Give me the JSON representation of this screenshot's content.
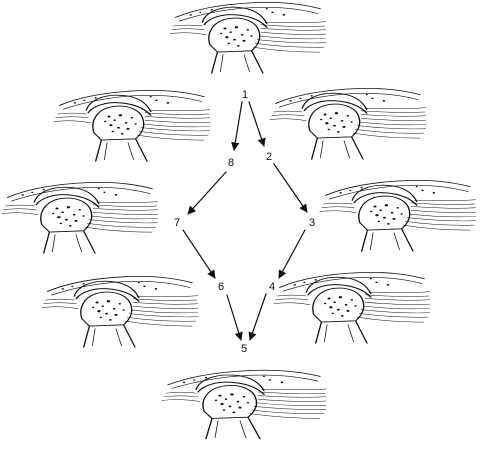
{
  "diagram": {
    "cycle_labels": [
      "1",
      "2",
      "3",
      "4",
      "5",
      "6",
      "7",
      "8"
    ],
    "panels": [
      {
        "label": "1",
        "view": "jaw-joint-sagittal-section"
      },
      {
        "label": "2",
        "view": "jaw-joint-sagittal-section"
      },
      {
        "label": "3",
        "view": "jaw-joint-sagittal-section"
      },
      {
        "label": "4",
        "view": "jaw-joint-sagittal-section"
      },
      {
        "label": "5",
        "view": "jaw-joint-sagittal-section"
      },
      {
        "label": "6",
        "view": "jaw-joint-sagittal-section"
      },
      {
        "label": "7",
        "view": "jaw-joint-sagittal-section"
      },
      {
        "label": "8",
        "view": "jaw-joint-sagittal-section"
      }
    ],
    "colors": {
      "ink": "#111111",
      "paper": "#ffffff"
    }
  }
}
